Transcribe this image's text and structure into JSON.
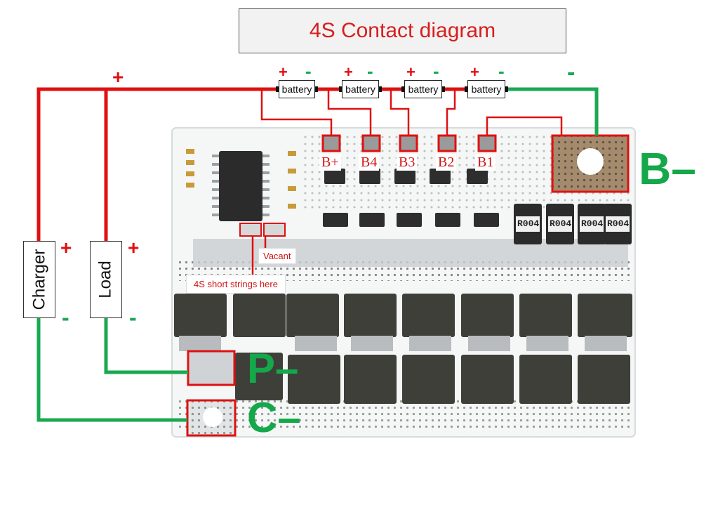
{
  "title": "4S Contact diagram",
  "batteries": [
    "battery",
    "battery",
    "battery",
    "battery"
  ],
  "balance_pins": [
    "B+",
    "B4",
    "B3",
    "B2",
    "B1"
  ],
  "labels": {
    "charger": "Charger",
    "load": "Load",
    "b_minus": "B–",
    "p_minus": "P–",
    "c_minus": "C–",
    "vacant": "Vacant",
    "short_strings": "4S short strings here",
    "plus": "+",
    "minus": "-"
  },
  "resistors": [
    "R004",
    "R004",
    "R004",
    "R004"
  ],
  "colors": {
    "positive_wire": "#e01010",
    "negative_wire": "#1aa850",
    "title_text": "#d71e1e",
    "board": "#f4f6f6"
  }
}
